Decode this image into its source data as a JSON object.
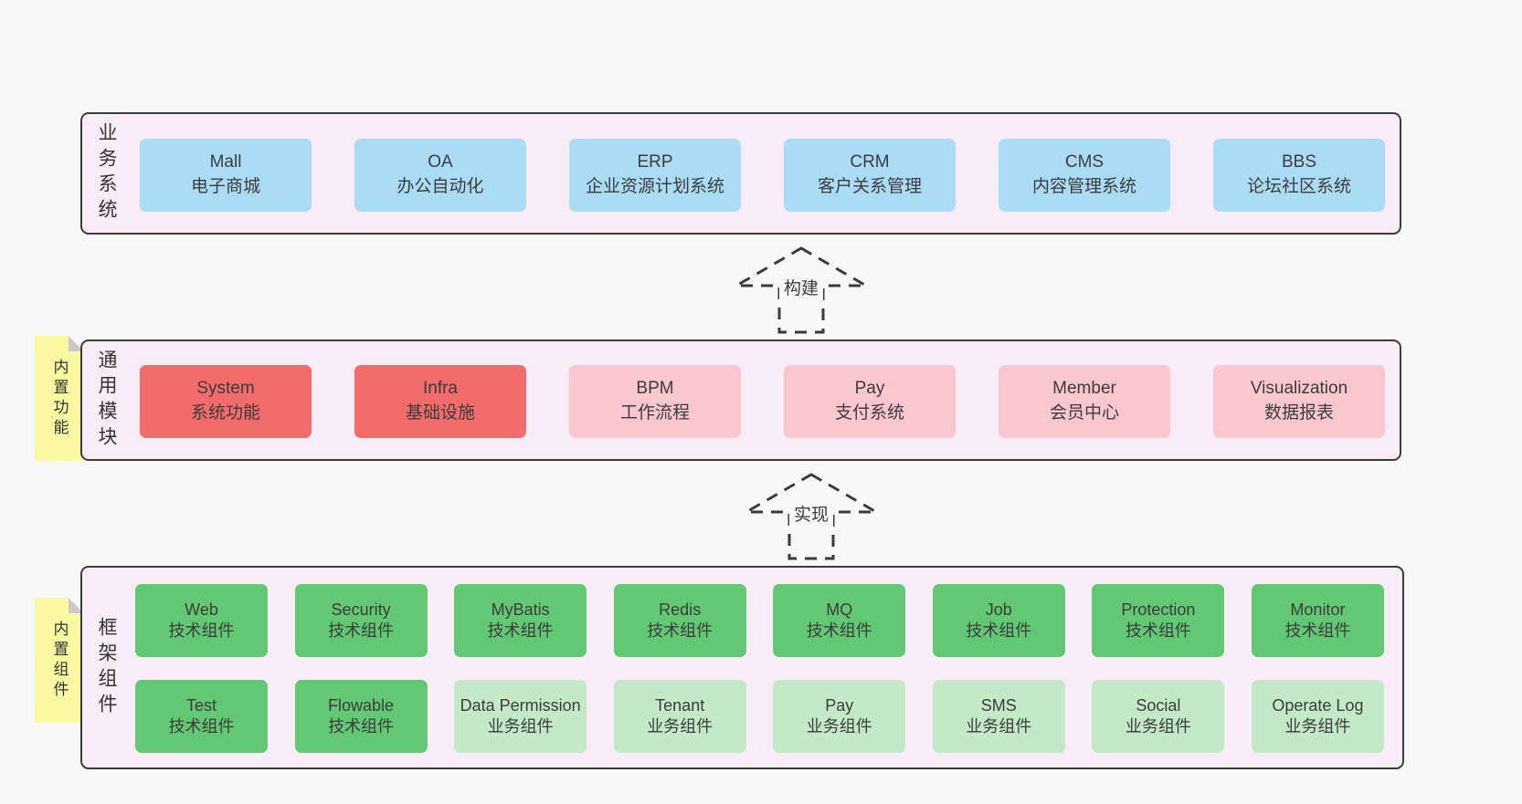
{
  "colors": {
    "page_bg": "#f8f8f8",
    "panel_bg": "#f8edf6",
    "panel_border": "#3b3b3b",
    "blue_box": "#abdcf6",
    "red_box": "#f26c6c",
    "pink_box": "#fac7cf",
    "green_box": "#63c873",
    "green_light_box": "#c3e9c6",
    "sticky_yellow": "#faf8a0",
    "sticky_fold": "#c9c9c9",
    "text": "#3c3c3c"
  },
  "layers": {
    "business": {
      "label": "业务系统",
      "boxes": [
        {
          "title": "Mall",
          "subtitle": "电子商城"
        },
        {
          "title": "OA",
          "subtitle": "办公自动化"
        },
        {
          "title": "ERP",
          "subtitle": "企业资源计划系统"
        },
        {
          "title": "CRM",
          "subtitle": "客户关系管理"
        },
        {
          "title": "CMS",
          "subtitle": "内容管理系统"
        },
        {
          "title": "BBS",
          "subtitle": "论坛社区系统"
        }
      ]
    },
    "modules": {
      "label": "通用模块",
      "sticky": "内置功能",
      "boxes": [
        {
          "title": "System",
          "subtitle": "系统功能",
          "variant": "red"
        },
        {
          "title": "Infra",
          "subtitle": "基础设施",
          "variant": "red"
        },
        {
          "title": "BPM",
          "subtitle": "工作流程",
          "variant": "pink"
        },
        {
          "title": "Pay",
          "subtitle": "支付系统",
          "variant": "pink"
        },
        {
          "title": "Member",
          "subtitle": "会员中心",
          "variant": "pink"
        },
        {
          "title": "Visualization",
          "subtitle": "数据报表",
          "variant": "pink"
        }
      ]
    },
    "components": {
      "label": "框架组件",
      "sticky": "内置组件",
      "row1": [
        {
          "title": "Web",
          "subtitle": "技术组件",
          "variant": "green"
        },
        {
          "title": "Security",
          "subtitle": "技术组件",
          "variant": "green"
        },
        {
          "title": "MyBatis",
          "subtitle": "技术组件",
          "variant": "green"
        },
        {
          "title": "Redis",
          "subtitle": "技术组件",
          "variant": "green"
        },
        {
          "title": "MQ",
          "subtitle": "技术组件",
          "variant": "green"
        },
        {
          "title": "Job",
          "subtitle": "技术组件",
          "variant": "green"
        },
        {
          "title": "Protection",
          "subtitle": "技术组件",
          "variant": "green"
        },
        {
          "title": "Monitor",
          "subtitle": "技术组件",
          "variant": "green"
        }
      ],
      "row2": [
        {
          "title": "Test",
          "subtitle": "技术组件",
          "variant": "green"
        },
        {
          "title": "Flowable",
          "subtitle": "技术组件",
          "variant": "green"
        },
        {
          "title": "Data Permission",
          "subtitle": "业务组件",
          "variant": "green-light"
        },
        {
          "title": "Tenant",
          "subtitle": "业务组件",
          "variant": "green-light"
        },
        {
          "title": "Pay",
          "subtitle": "业务组件",
          "variant": "green-light"
        },
        {
          "title": "SMS",
          "subtitle": "业务组件",
          "variant": "green-light"
        },
        {
          "title": "Social",
          "subtitle": "业务组件",
          "variant": "green-light"
        },
        {
          "title": "Operate Log",
          "subtitle": "业务组件",
          "variant": "green-light"
        }
      ]
    }
  },
  "arrows": [
    {
      "label": "构建"
    },
    {
      "label": "实现"
    }
  ]
}
